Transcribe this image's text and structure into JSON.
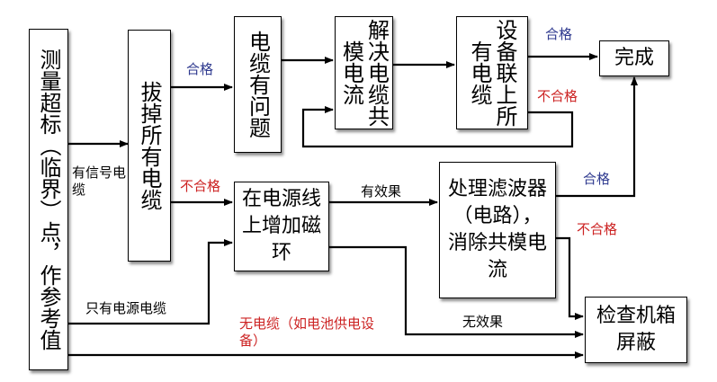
{
  "colors": {
    "line": "#000000",
    "pass_label": "#2f3a8f",
    "fail_label": "#cc2222",
    "box_border": "#000000",
    "background": "#ffffff"
  },
  "nodes": {
    "measure": "测量超标（临界）点，作参考值",
    "unplug": "拔掉所有电缆",
    "cable_problem": "电缆有问题",
    "solve_cm": "解决电缆共模电流",
    "connect_all": "设备联上所有电缆",
    "done": "完成",
    "ferrite": "在电源线上增加磁环",
    "filter": "处理滤波器（电路），消除共模电流",
    "shield": "检查机箱屏蔽"
  },
  "edge_labels": {
    "signal_cable": "有信号电缆",
    "pass_1": "合格",
    "fail_1": "不合格",
    "pass_2": "合格",
    "fail_2": "不合格",
    "effective": "有效果",
    "pass_3": "合格",
    "fail_3": "不合格",
    "power_only": "只有电源电缆",
    "no_effect": "无效果",
    "no_cable": "无电缆（如电池供电设备）"
  }
}
